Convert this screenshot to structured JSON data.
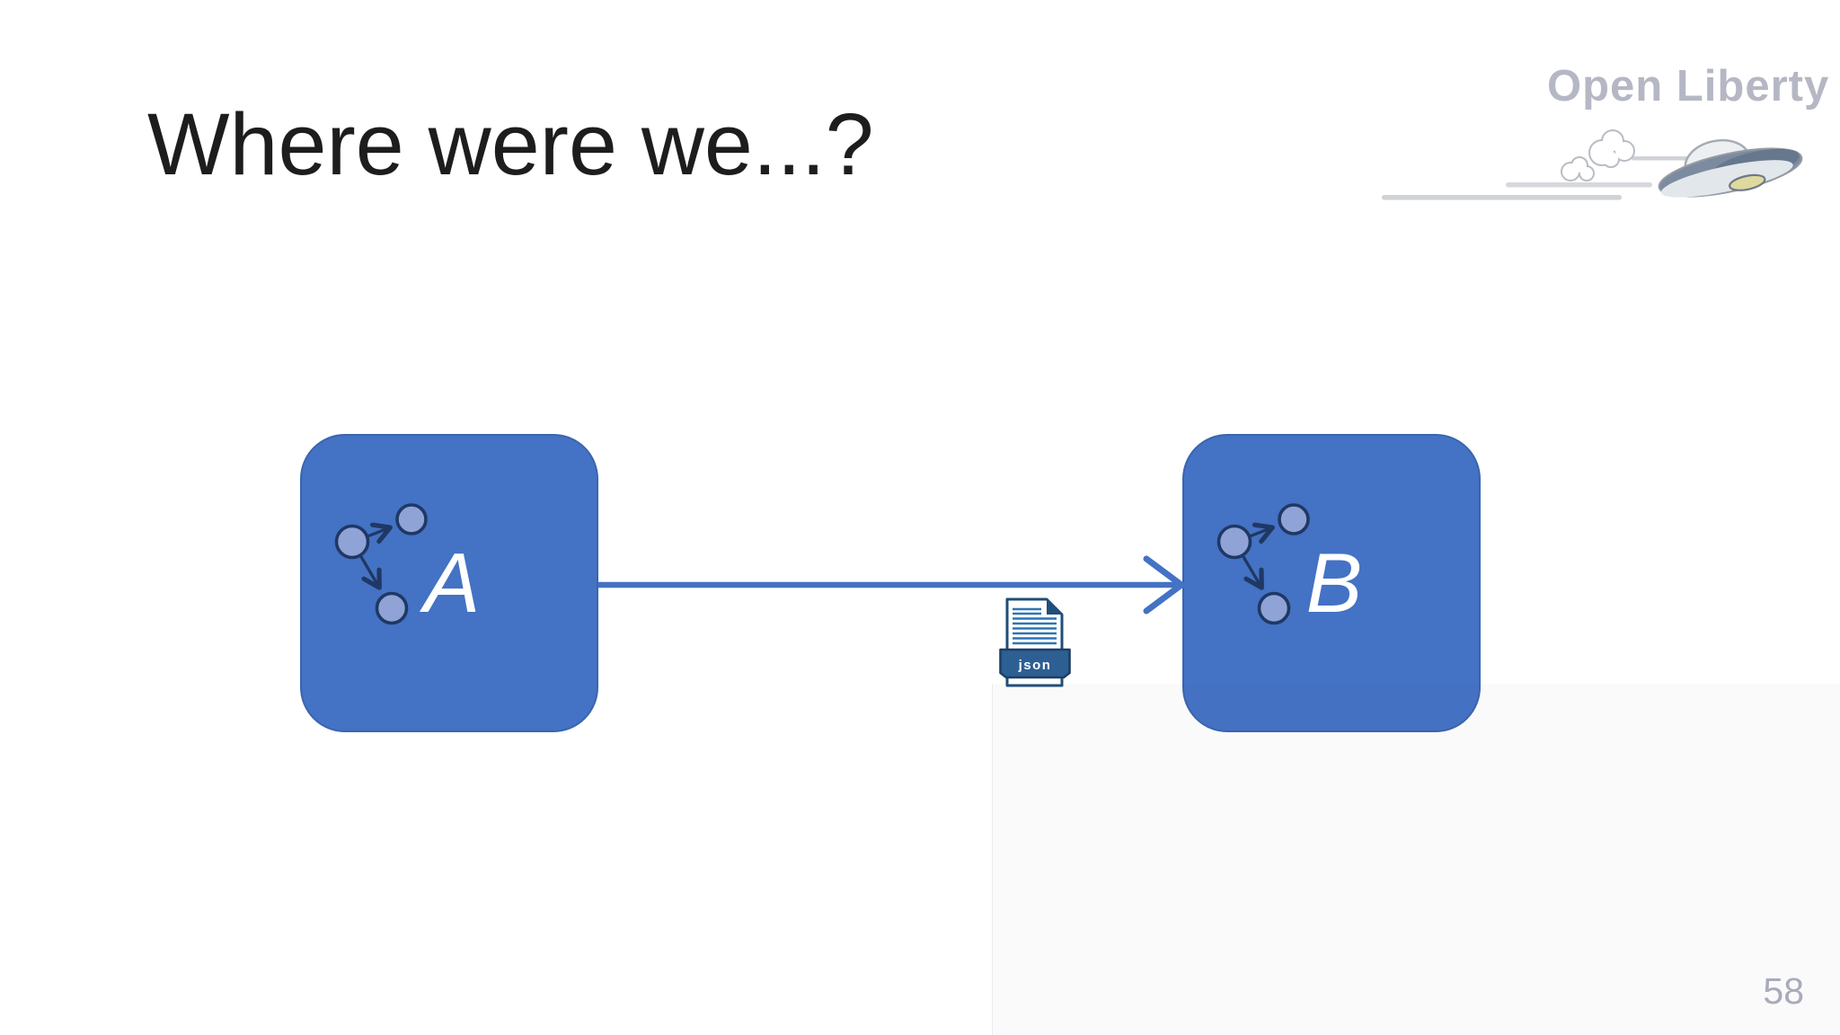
{
  "slide": {
    "title": "Where were we...?",
    "page_number": "58"
  },
  "logo": {
    "text": "Open Liberty"
  },
  "diagram": {
    "node_a": {
      "label": "A"
    },
    "node_b": {
      "label": "B"
    },
    "file_badge": {
      "label": "json"
    }
  },
  "colors": {
    "box_fill": "#4472c4",
    "box_border": "#3a65ae",
    "arrow": "#4472c4",
    "node_circle_fill": "#8fa3d6",
    "node_stroke": "#1f3864",
    "logo_text": "#b5b7c4",
    "page_number": "#a9aaba",
    "doc_outline": "#1f4e79",
    "doc_line": "#2e74b5",
    "banner_fill": "#2d5f92",
    "banner_border": "#1c3f66"
  }
}
